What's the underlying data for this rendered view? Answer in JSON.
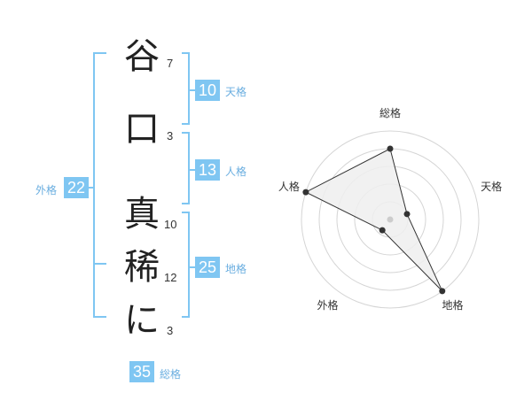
{
  "name": {
    "chars": [
      "谷",
      "口",
      "真",
      "稀",
      "に"
    ],
    "strokes": [
      "7",
      "3",
      "10",
      "12",
      "3"
    ]
  },
  "scores": {
    "tenkaku": {
      "label": "天格",
      "value": "10"
    },
    "jinkaku": {
      "label": "人格",
      "value": "13"
    },
    "chikaku": {
      "label": "地格",
      "value": "25"
    },
    "gaikaku": {
      "label": "外格",
      "value": "22"
    },
    "soukaku": {
      "label": "総格",
      "value": "35"
    }
  },
  "colors": {
    "accent": "#7fc6f2",
    "bracket": "#7fc6f2",
    "radar_fill": "#efefef",
    "radar_line": "#333333"
  },
  "chart_data": {
    "type": "radar",
    "axes": [
      "総格",
      "天格",
      "地格",
      "外格",
      "人格"
    ],
    "rings": 5,
    "values": [
      0.8,
      0.2,
      1.0,
      0.15,
      1.0
    ]
  }
}
